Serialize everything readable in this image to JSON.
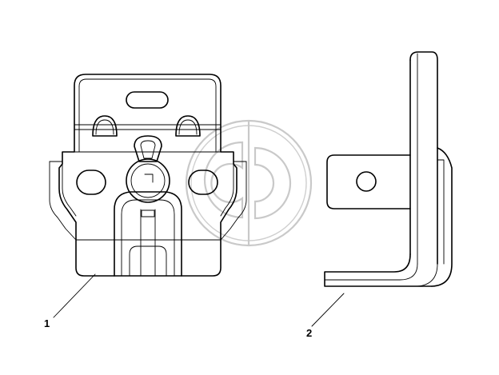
{
  "parts": [
    {
      "id": "part-1",
      "callout": "1"
    },
    {
      "id": "part-2",
      "callout": "2"
    }
  ],
  "colors": {
    "line": "#000000",
    "watermark": "#c9c9c9",
    "background": "#ffffff"
  }
}
